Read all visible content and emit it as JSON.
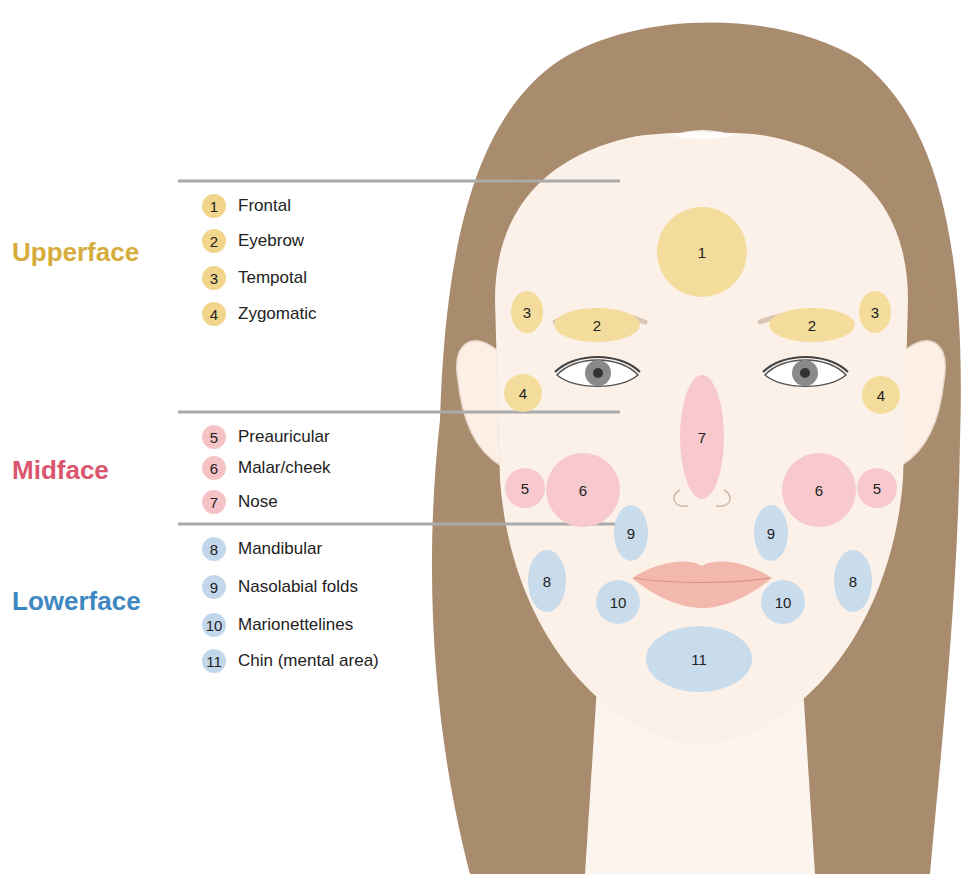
{
  "diagram": {
    "nodes": [
      {
        "text": [
          "1",
          "Frontal"
        ]
      },
      {
        "text": [
          "2",
          "Eyebrow"
        ]
      },
      {
        "text": [
          "3",
          "Tempotal"
        ]
      },
      {
        "text": [
          "4",
          "Zygomatic"
        ]
      },
      {
        "text": [
          "5",
          "Preauricular"
        ]
      },
      {
        "text": [
          "6",
          "Malar/cheek"
        ]
      },
      {
        "text": [
          "7",
          "Nose"
        ]
      },
      {
        "text": [
          "8",
          "Mandibular"
        ]
      },
      {
        "text": [
          "9",
          "Nasolabial folds"
        ]
      },
      {
        "text": [
          "10",
          "Marionettelines"
        ]
      },
      {
        "text": [
          "11",
          "Chin (mental area)"
        ]
      },
      {
        "text": [
          "1"
        ]
      },
      {
        "text": [
          "3"
        ]
      },
      {
        "text": [
          "2"
        ]
      },
      {
        "text": [
          "2"
        ]
      },
      {
        "text": [
          "3"
        ]
      },
      {
        "text": [
          "4"
        ]
      },
      {
        "text": [
          "4"
        ]
      },
      {
        "text": [
          "7"
        ]
      },
      {
        "text": [
          "5"
        ]
      },
      {
        "text": [
          "6"
        ]
      },
      {
        "text": [
          "6"
        ]
      },
      {
        "text": [
          "5"
        ]
      },
      {
        "text": [
          "9"
        ]
      },
      {
        "text": [
          "9"
        ]
      },
      {
        "text": [
          "8"
        ]
      },
      {
        "text": [
          "8"
        ]
      },
      {
        "text": [
          "10"
        ]
      },
      {
        "text": [
          "10"
        ]
      },
      {
        "text": [
          "11"
        ]
      }
    ],
    "labels": [
      "Upperface",
      "Midface",
      "Lowerface"
    ]
  }
}
